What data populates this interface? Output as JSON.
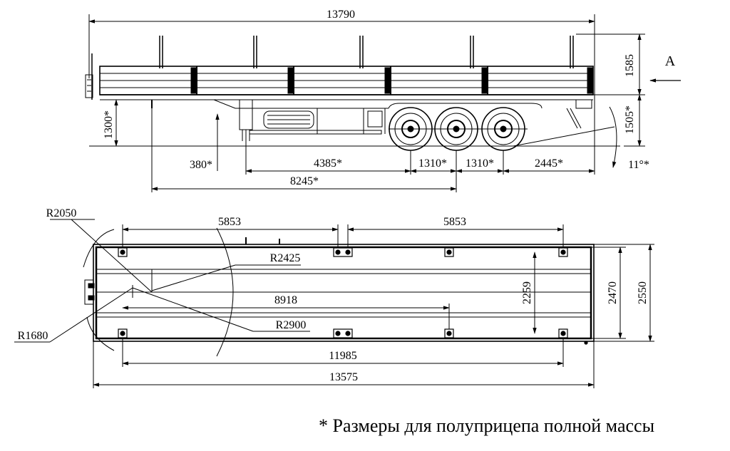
{
  "side_view": {
    "dimensions": {
      "overall_length": "13790",
      "stake_height": "1585",
      "deck_height": "1505*",
      "kingpin_height": "1300*",
      "kingpin_offset": "380*",
      "kingpin_to_axle": "4385*",
      "axle_spacing_1": "1310*",
      "axle_spacing_2": "1310*",
      "rear_overhang": "2445*",
      "kingpin_to_center_axle": "8245*",
      "departure_angle": "11°*"
    },
    "view_marker": "A"
  },
  "top_view": {
    "dimensions": {
      "radius_front_swing": "R2050",
      "radius_r2425": "R2425",
      "radius_r2900": "R2900",
      "radius_r1680": "R1680",
      "stake_span_front": "5853",
      "stake_span_rear": "5853",
      "inner_length": "8918",
      "lashing_length": "11985",
      "platform_length": "13575",
      "inner_width": "2259",
      "platform_width": "2470",
      "overall_width": "2550"
    }
  },
  "footnote": "* Размеры для полуприцепа полной массы"
}
